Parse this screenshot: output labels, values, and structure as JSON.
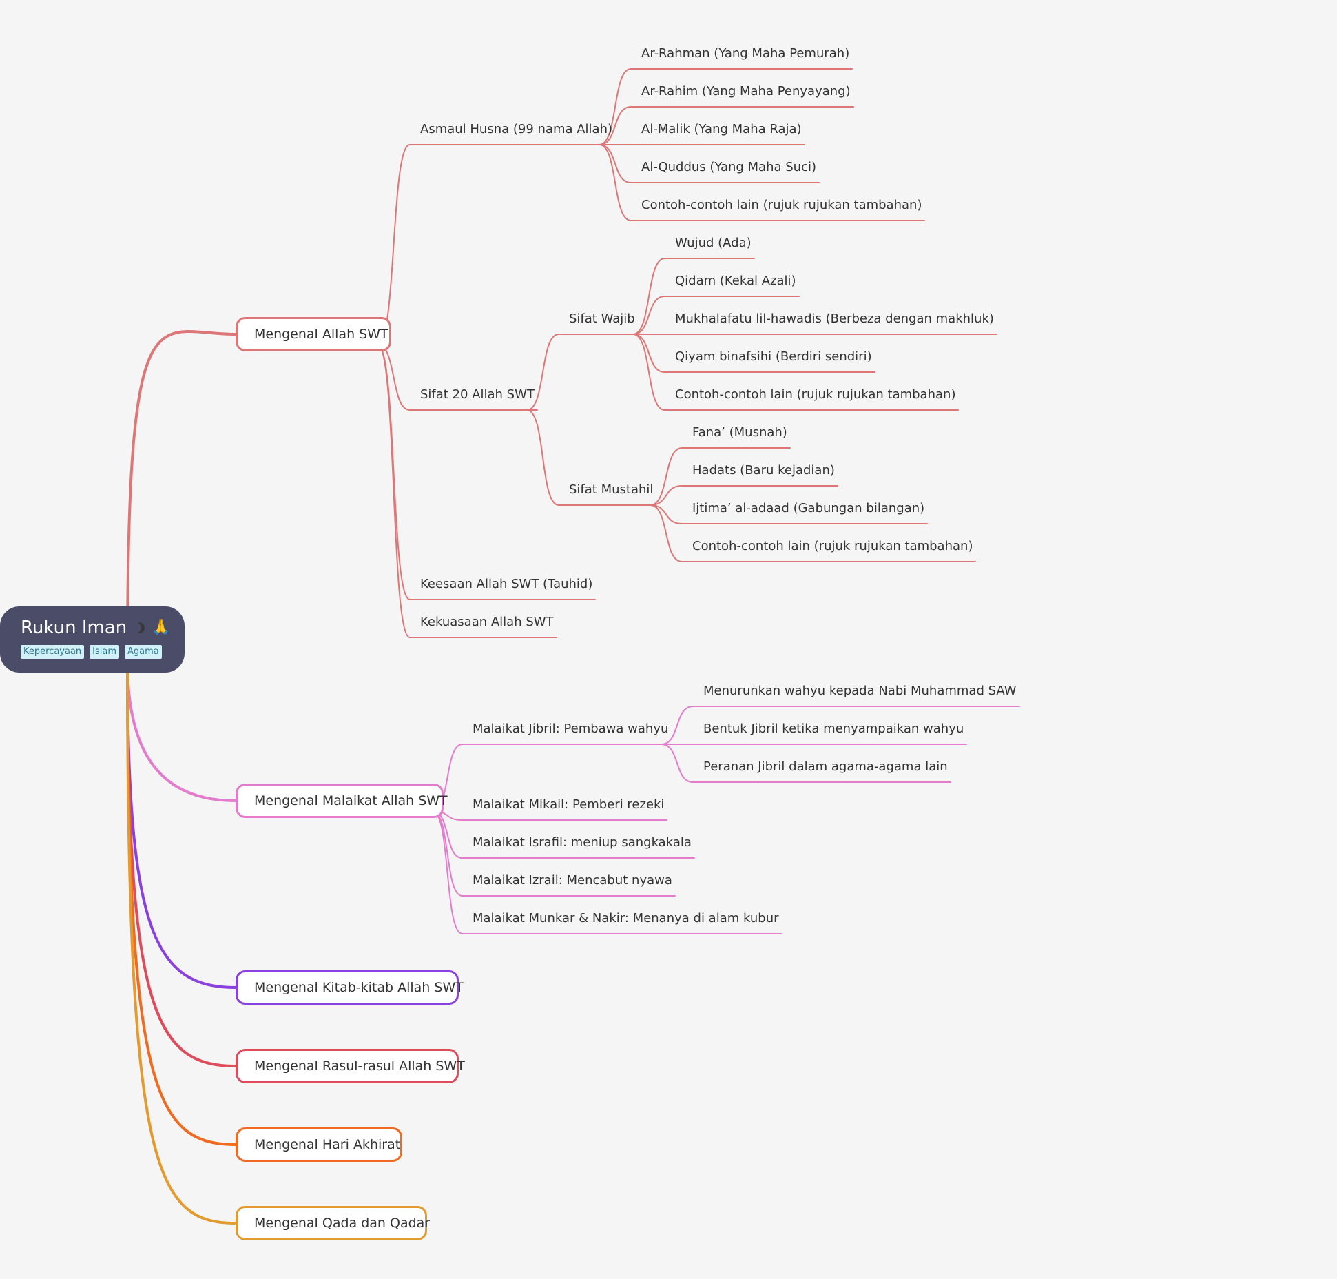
{
  "root": {
    "title": "Rukun Iman",
    "icons": [
      "moon-icon",
      "praying-hands-icon"
    ],
    "tags": [
      "Kepercayaan",
      "Islam",
      "Agama"
    ],
    "color": "#4b4c67"
  },
  "branches": [
    {
      "label": "Mengenal Allah SWT",
      "color": "#dd7777",
      "children": [
        {
          "label": "Asmaul Husna (99 nama Allah)",
          "children": [
            {
              "label": "Ar-Rahman (Yang Maha Pemurah)"
            },
            {
              "label": "Ar-Rahim (Yang Maha Penyayang)"
            },
            {
              "label": "Al-Malik (Yang Maha Raja)"
            },
            {
              "label": "Al-Quddus (Yang Maha Suci)"
            },
            {
              "label": "Contoh-contoh lain (rujuk rujukan tambahan)"
            }
          ]
        },
        {
          "label": "Sifat 20 Allah SWT",
          "children": [
            {
              "label": "Sifat Wajib",
              "children": [
                {
                  "label": "Wujud (Ada)"
                },
                {
                  "label": "Qidam (Kekal Azali)"
                },
                {
                  "label": "Mukhalafatu lil-hawadis (Berbeza dengan makhluk)"
                },
                {
                  "label": "Qiyam binafsihi (Berdiri sendiri)"
                },
                {
                  "label": "Contoh-contoh lain (rujuk rujukan tambahan)"
                }
              ]
            },
            {
              "label": "Sifat Mustahil",
              "children": [
                {
                  "label": "Fana’ (Musnah)"
                },
                {
                  "label": "Hadats (Baru kejadian)"
                },
                {
                  "label": "Ijtima’ al-adaad (Gabungan bilangan)"
                },
                {
                  "label": "Contoh-contoh lain (rujuk rujukan tambahan)"
                }
              ]
            }
          ]
        },
        {
          "label": "Keesaan Allah SWT (Tauhid)"
        },
        {
          "label": "Kekuasaan Allah SWT"
        }
      ]
    },
    {
      "label": "Mengenal Malaikat Allah SWT",
      "color": "#e47ccd",
      "children": [
        {
          "label": "Malaikat Jibril: Pembawa wahyu",
          "children": [
            {
              "label": "Menurunkan wahyu kepada Nabi Muhammad SAW"
            },
            {
              "label": "Bentuk Jibril ketika menyampaikan wahyu"
            },
            {
              "label": "Peranan Jibril dalam agama-agama lain"
            }
          ]
        },
        {
          "label": "Malaikat Mikail: Pemberi rezeki"
        },
        {
          "label": "Malaikat Israfil: meniup sangkakala"
        },
        {
          "label": "Malaikat Izrail: Mencabut nyawa"
        },
        {
          "label": "Malaikat Munkar & Nakir: Menanya di alam kubur"
        }
      ]
    },
    {
      "label": "Mengenal Kitab-kitab Allah SWT",
      "color": "#8a3fe0"
    },
    {
      "label": "Mengenal Rasul-rasul Allah SWT",
      "color": "#e04b5c"
    },
    {
      "label": "Mengenal Hari Akhirat",
      "color": "#f06a1f"
    },
    {
      "label": "Mengenal Qada dan Qadar",
      "color": "#e39a2e"
    }
  ]
}
